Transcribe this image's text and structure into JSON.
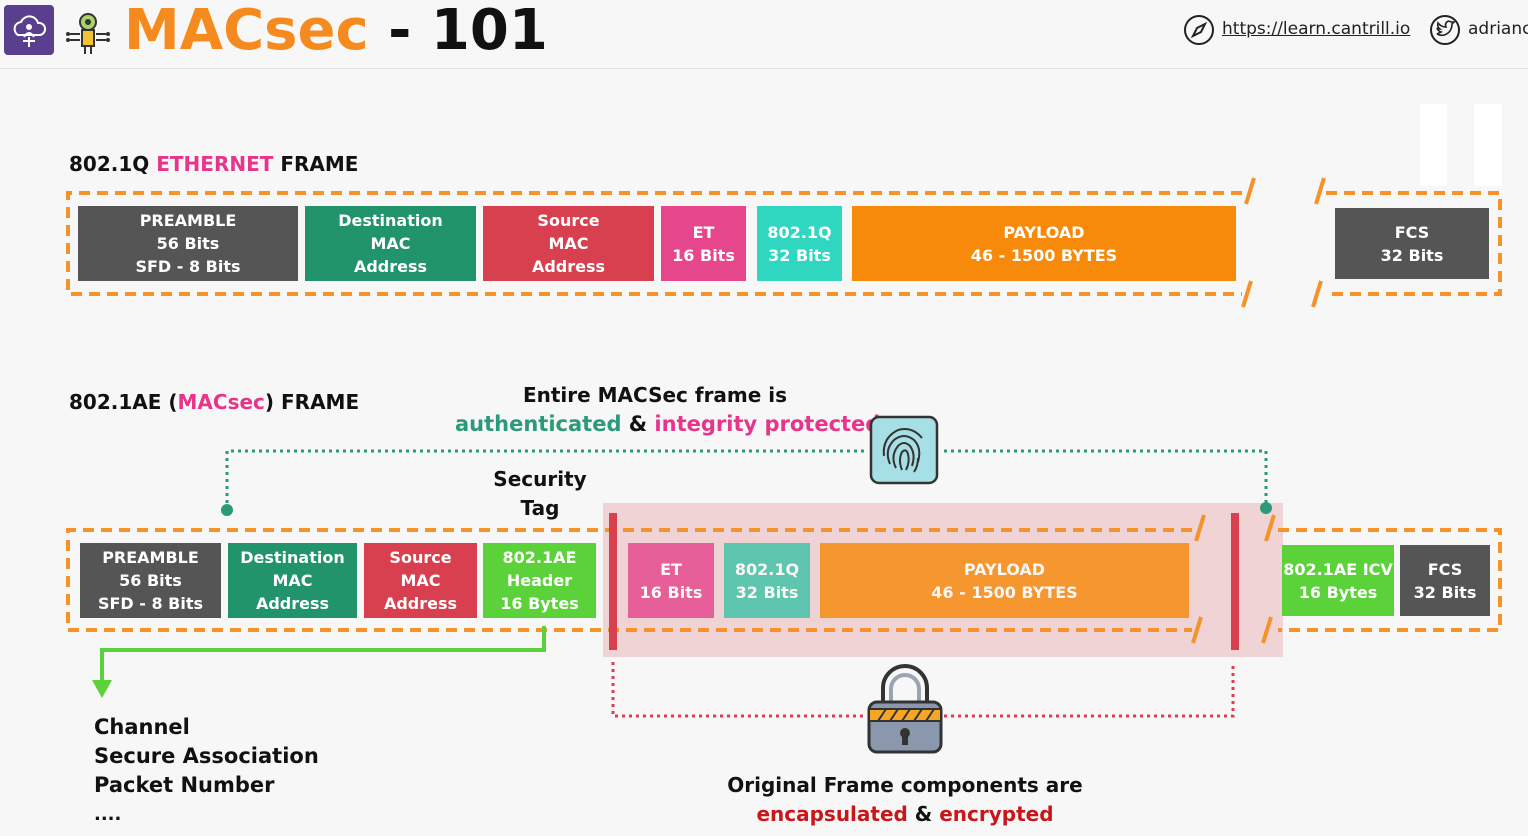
{
  "header": {
    "title_main": "MACsec",
    "title_rest": " - 101",
    "link_url": "https://learn.cantrill.io",
    "twitter_handle": "adrianc"
  },
  "frame1": {
    "label_prefix": "802.1Q ",
    "label_highlight": "ETHERNET",
    "label_suffix": " FRAME",
    "fields": [
      {
        "key": "preamble",
        "text": "PREAMBLE\n56 Bits\nSFD - 8 Bits"
      },
      {
        "key": "dest",
        "text": "Destination\nMAC\nAddress"
      },
      {
        "key": "src",
        "text": "Source\nMAC\nAddress"
      },
      {
        "key": "et",
        "text": "ET\n16 Bits"
      },
      {
        "key": "dot1q",
        "text": "802.1Q\n32 Bits"
      },
      {
        "key": "payload",
        "text": "PAYLOAD\n46 - 1500 BYTES"
      },
      {
        "key": "fcs",
        "text": "FCS\n32 Bits"
      }
    ]
  },
  "frame2": {
    "label_prefix": "802.1AE (",
    "label_highlight": "MACsec",
    "label_suffix": ") FRAME",
    "fields": [
      {
        "key": "preamble",
        "text": "PREAMBLE\n56 Bits\nSFD - 8 Bits"
      },
      {
        "key": "dest",
        "text": "Destination\nMAC\nAddress"
      },
      {
        "key": "src",
        "text": "Source\nMAC\nAddress"
      },
      {
        "key": "macsec_header",
        "text": "802.1AE\nHeader\n16 Bytes"
      },
      {
        "key": "et",
        "text": "ET\n16 Bits"
      },
      {
        "key": "dot1q",
        "text": "802.1Q\n32 Bits"
      },
      {
        "key": "payload",
        "text": "PAYLOAD\n46 - 1500 BYTES"
      },
      {
        "key": "icv",
        "text": "802.1AE ICV\n16 Bytes"
      },
      {
        "key": "fcs",
        "text": "FCS\n32 Bits"
      }
    ]
  },
  "annotations": {
    "auth_line1": "Entire MACSec frame is",
    "auth_word1": "authenticated",
    "auth_amp": " & ",
    "auth_word2": "integrity protected",
    "security_tag_line1": "Security",
    "security_tag_line2": "Tag",
    "sectag_items": [
      "Channel",
      "Secure Association",
      "Packet Number",
      "...."
    ],
    "encap_line1": "Original Frame components are",
    "encap_word1": "encapsulated",
    "encap_amp": " & ",
    "encap_word2": "encrypted"
  },
  "colors": {
    "orange_accent": "#f58b1f",
    "pink_accent": "#e6358a",
    "teal_accent": "#2a9a78",
    "red_accent": "#c8171b",
    "preamble": "#555556",
    "destination": "#22946c",
    "source": "#d8404f",
    "ethertype": "#e5468c",
    "dot1q": "#2fd6c0",
    "payload": "#f78a0a",
    "macsec_fields": "#5cd23a"
  },
  "icons": [
    "cloud-person-logo-icon",
    "microchip-icon",
    "compass-icon",
    "twitter-bird-icon",
    "fingerprint-icon",
    "padlock-icon"
  ]
}
